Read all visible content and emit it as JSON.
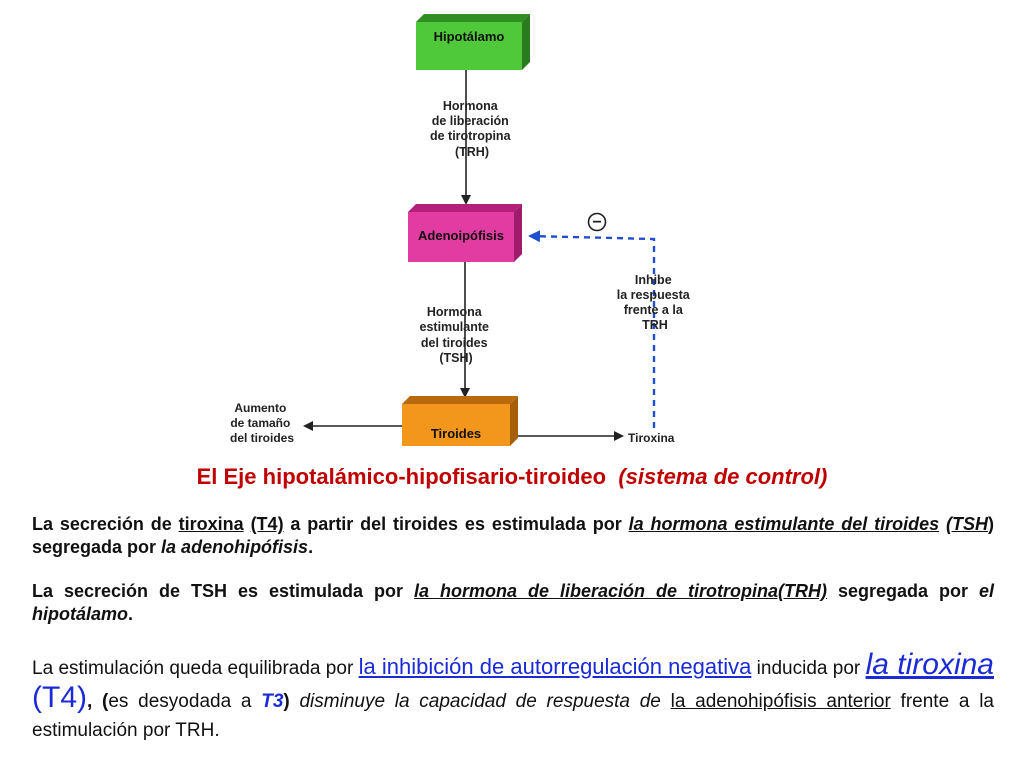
{
  "diagram": {
    "boxes": {
      "hypothalamus": {
        "label": "Hipotálamo",
        "color": "#4fc83a"
      },
      "adenohypophysis": {
        "label": "Adenoipófisis",
        "color": "#e23ca2"
      },
      "thyroid": {
        "label": "Tiroides",
        "color": "#f3971c"
      }
    },
    "trh_label": [
      "Hormona",
      "de liberación",
      "de tirotropina",
      "(TRH)"
    ],
    "tsh_label": [
      "Hormona",
      "estimulante",
      "del tiroides",
      "(TSH)"
    ],
    "inhibit_label": [
      "Inhibe",
      "la respuesta",
      "frente a la",
      "TRH"
    ],
    "growth_label": [
      "Aumento",
      "de tamaño",
      "del tiroides"
    ],
    "thyroxine_label": "Tiroxina",
    "minus_sign": "−",
    "feedback_color": "#1f4fd1"
  },
  "title": {
    "main": "El Eje hipotalámico-hipofisario-tiroideo",
    "sub": "(sistema de control)"
  },
  "p1": {
    "t1": "La secreción de ",
    "t2": "tiroxina",
    "t3": " ",
    "t4": "(T4)",
    "t5": " a partir del tiroides es estimulada por ",
    "t6": "la hormona estimulante del tiroides",
    "t7": " ",
    "t8": "(TSH",
    "t9": ") segregada por ",
    "t10": "la adenohipófisis",
    "t11": "."
  },
  "p2": {
    "t1": "La secreción de TSH es estimulada por ",
    "t2": "la hormona de liberación de tirotropina(TRH)",
    "t3": " segregada por ",
    "t4": "el hipotálamo",
    "t5": "."
  },
  "p3": {
    "t1": "La estimulación queda equilibrada por ",
    "t2": "la inhibición de autorregulación negativa",
    "t3": " inducida por ",
    "t4": "la tiroxina",
    "t5": " ",
    "t6": "(T4)",
    "t7": ",  (",
    "t8": "es desyodada a ",
    "t9": "T3",
    "t10": ")",
    "t11": "  disminuye la capacidad de respuesta de ",
    "t12": "la adenohipófisis anterior",
    "t13": " frente a la estimulación por TRH."
  }
}
